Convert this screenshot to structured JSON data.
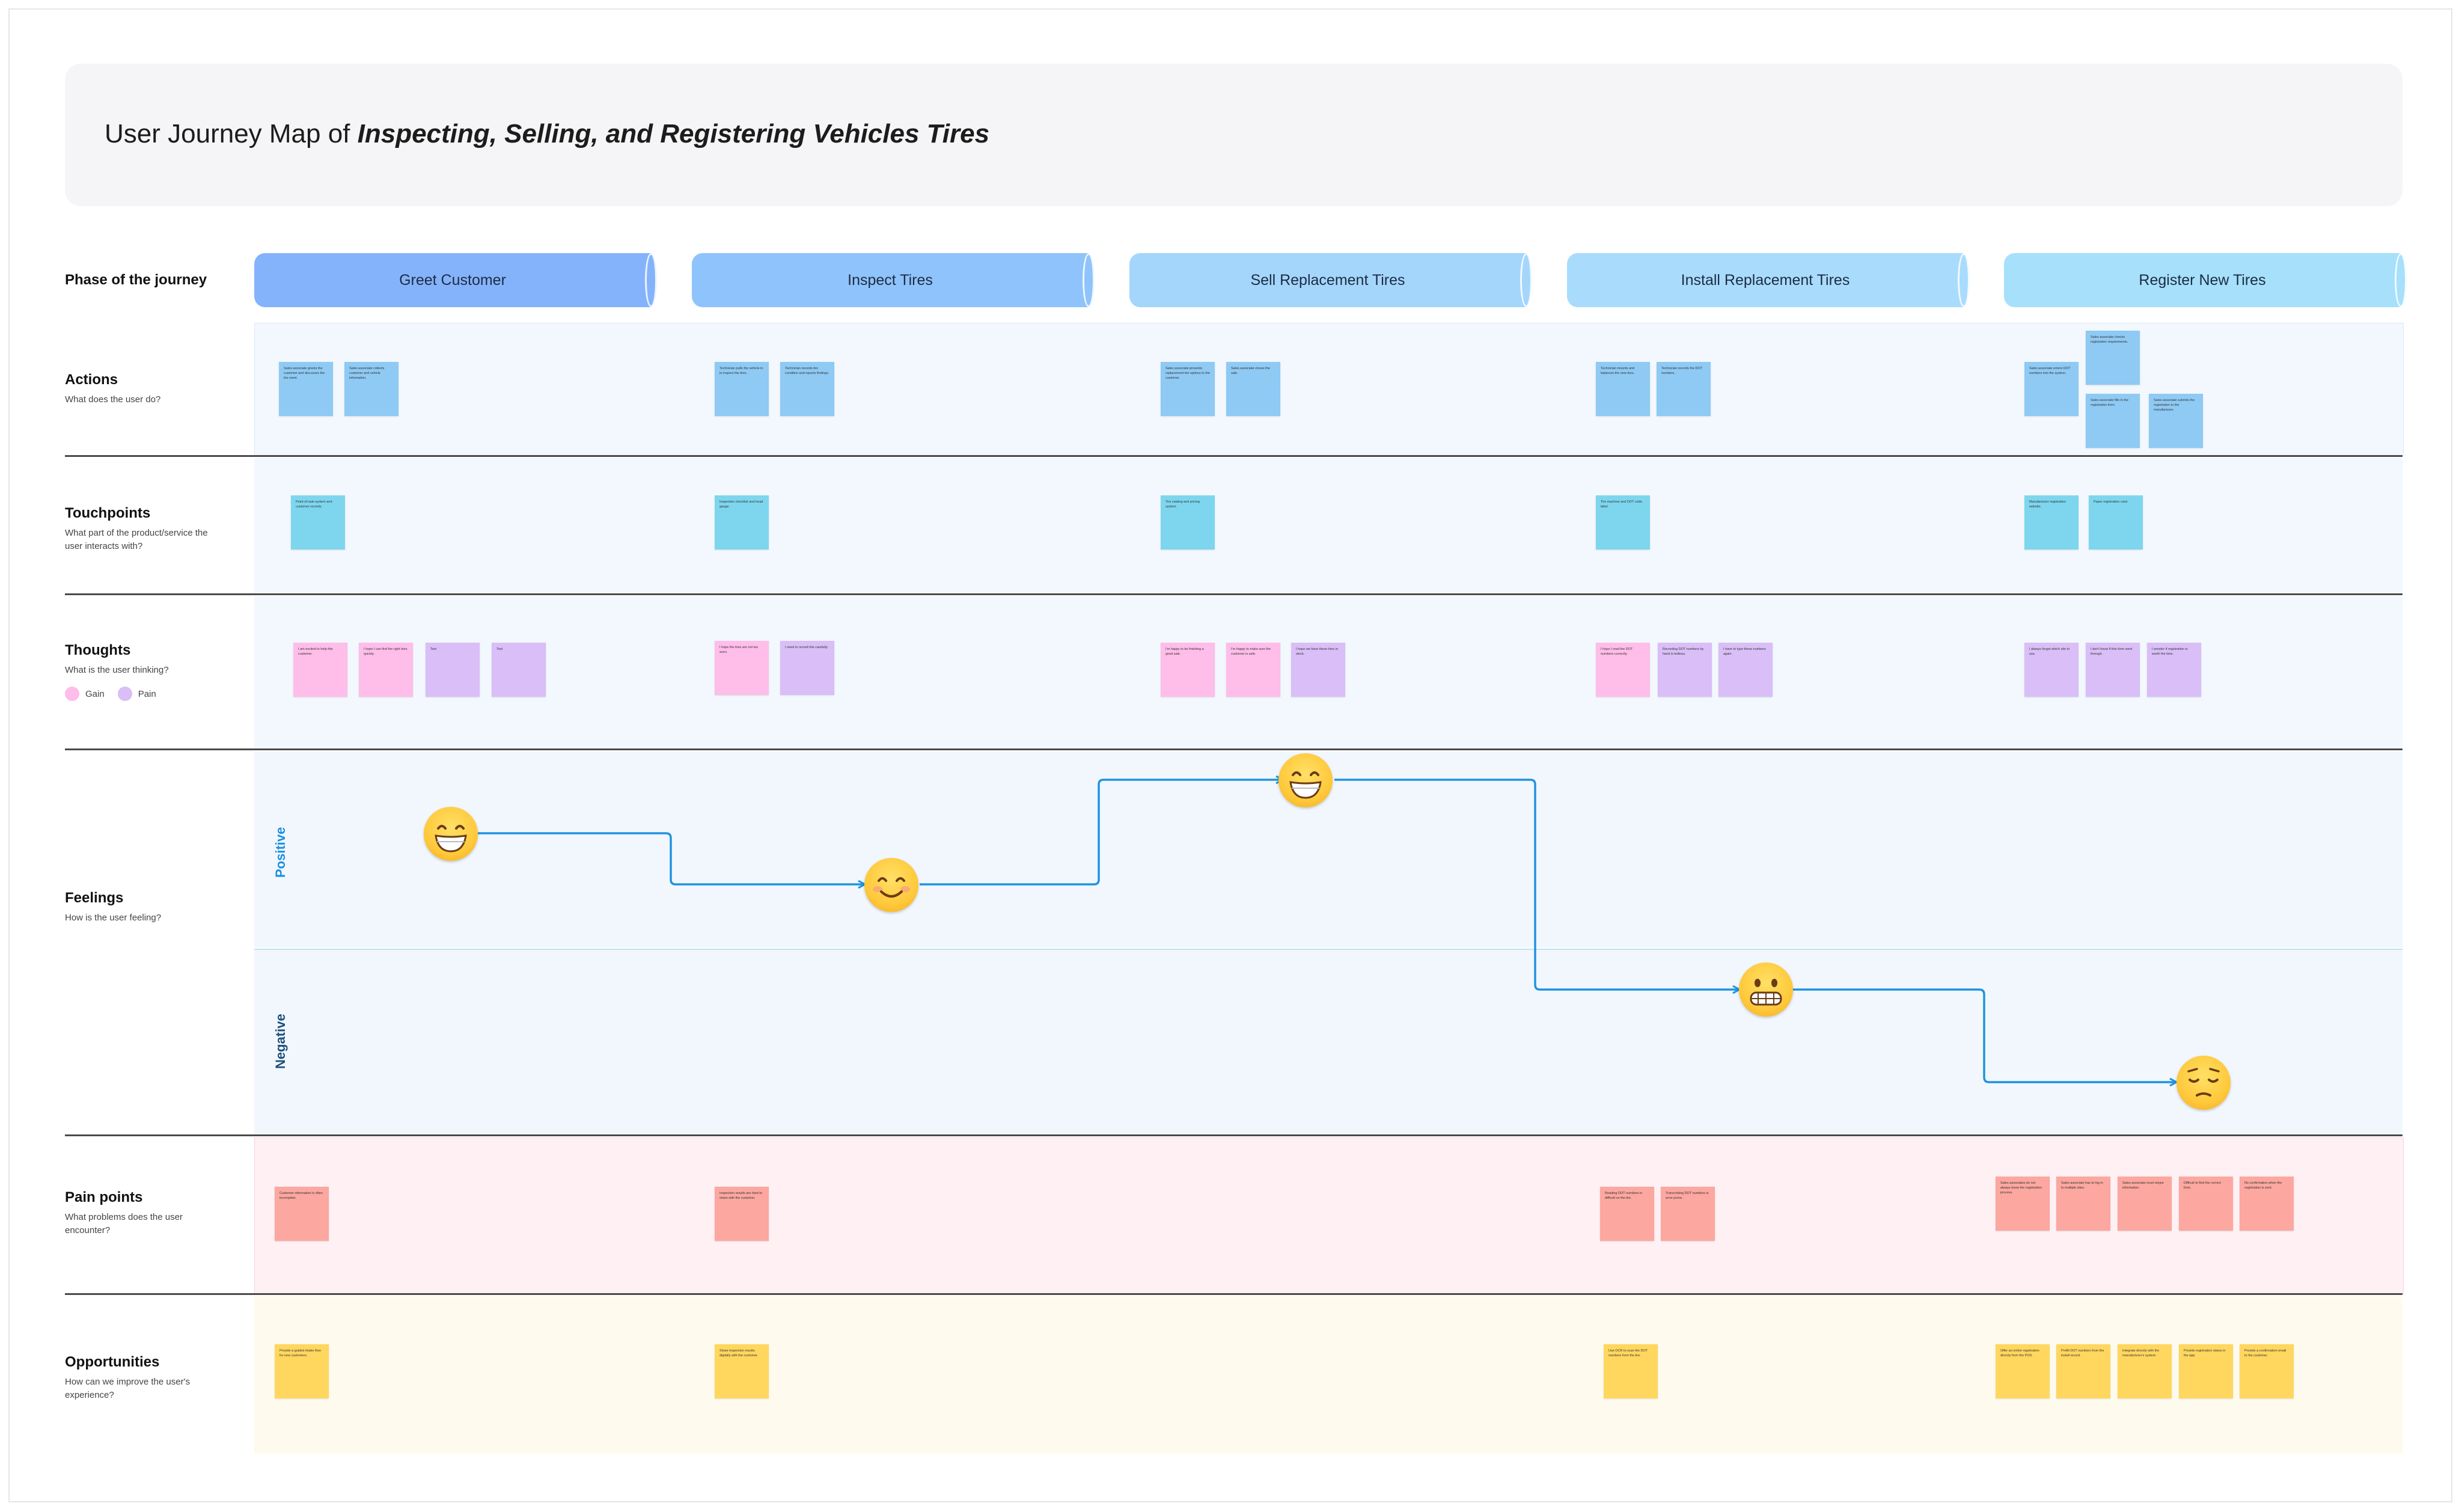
{
  "title": {
    "prefix": "User Journey Map of",
    "subject": "Inspecting, Selling, and Registering Vehicles Tires"
  },
  "phase_header": "Phase of the journey",
  "phases": [
    {
      "label": "Greet Customer",
      "color": "#85b3fb"
    },
    {
      "label": "Inspect Tires",
      "color": "#8fc3fb"
    },
    {
      "label": "Sell Replacement Tires",
      "color": "#a4d6fb"
    },
    {
      "label": "Install Replacement Tires",
      "color": "#a9dcfc"
    },
    {
      "label": "Register New Tires",
      "color": "#a6e0fb"
    }
  ],
  "rows": {
    "actions": {
      "label": "Actions",
      "sub": "What does the user do?"
    },
    "touchpoints": {
      "label": "Touchpoints",
      "sub": "What part of the product/service the user interacts with?"
    },
    "thoughts": {
      "label": "Thoughts",
      "sub": "What is the user thinking?"
    },
    "feelings": {
      "label": "Feelings",
      "sub": "How is the user feeling?"
    },
    "painpoints": {
      "label": "Pain points",
      "sub": "What problems does the user encounter?"
    },
    "opportunities": {
      "label": "Opportunities",
      "sub": "How can we improve the user's experience?"
    }
  },
  "legend": {
    "gain": "Gain",
    "pain": "Pain",
    "gain_color": "#ffbde9",
    "pain_color": "#d9bef7"
  },
  "feelings_axis": {
    "positive": "Positive",
    "negative": "Negative"
  },
  "notes": {
    "actions": [
      "Sales associate greets the customer and discusses the tire need.",
      "Sales associate collects customer and vehicle information.",
      "Technician pulls the vehicle in to inspect the tires.",
      "Technician records tire condition and reports findings.",
      "Sales associate presents replacement tire options to the customer.",
      "Sales associate closes the sale.",
      "Technician mounts and balances the new tires.",
      "Technician records the DOT numbers.",
      "Sales associate enters DOT numbers into the system.",
      "Sales associate checks registration requirements.",
      "Sales associate fills in the registration form.",
      "Sales associate submits the registration to the manufacturer."
    ],
    "touchpoints": [
      "Point-of-sale system and customer records.",
      "Inspection checklist and tread gauge.",
      "Tire catalog and pricing system.",
      "Tire machine and DOT code label.",
      "Manufacturer registration website.",
      "Paper registration card."
    ],
    "thoughts": [
      "I am excited to help this customer.",
      "I hope I can find the right tires quickly.",
      "Text",
      "Text",
      "I hope the tires are not too worn.",
      "I need to record this carefully.",
      "I'm happy to be finishing a good sale.",
      "I'm happy to make sure the customer is safe.",
      "I hope we have these tires in stock.",
      "I hope I read the DOT numbers correctly.",
      "Recording DOT numbers by hand is tedious.",
      "I have to type these numbers again.",
      "I always forget which site to use.",
      "I don't know if this form went through.",
      "I wonder if registration is worth the time."
    ],
    "painpoints": [
      "Customer information is often incomplete.",
      "Inspection results are hard to share with the customer.",
      "Reading DOT numbers is difficult on the tire.",
      "Transcribing DOT numbers is error prone.",
      "Sales associates do not always know the registration process.",
      "Sales associate has to log in to multiple sites.",
      "Sales associate must retype information.",
      "Difficult to find the correct form.",
      "No confirmation when the registration is sent."
    ],
    "opportunities": [
      "Provide a guided intake flow for new customers.",
      "Share inspection results digitally with the customer.",
      "Use OCR to scan the DOT numbers from the tire.",
      "Offer an online registration directly from the POS.",
      "Prefill DOT numbers from the install record.",
      "Integrate directly with the manufacturer's system.",
      "Provide registration status in the app.",
      "Provide a confirmation email to the customer."
    ]
  },
  "emotions": [
    "grinning",
    "smiling",
    "grinning",
    "grimacing",
    "pensive"
  ]
}
